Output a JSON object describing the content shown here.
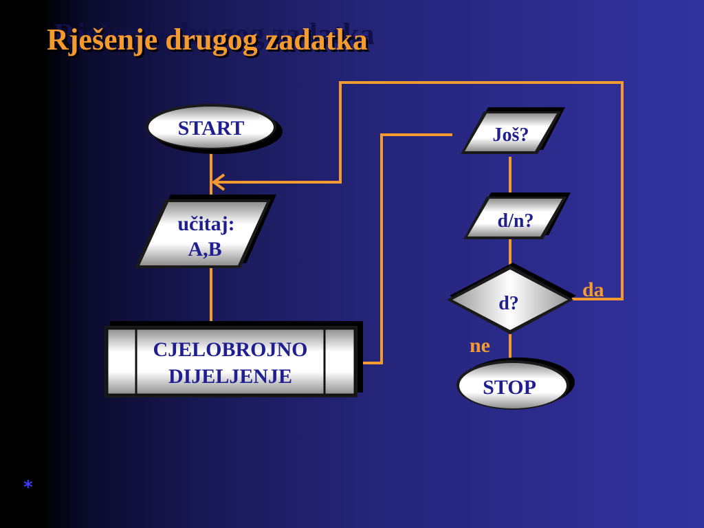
{
  "slide": {
    "title": "Rješenje drugog zadatka",
    "footer_mark": "*"
  },
  "colors": {
    "accent": "#f59a2e",
    "node_text": "#1f1f8f",
    "background": "#2b2b8c"
  },
  "diagram": {
    "start": "START",
    "input_line1": "učitaj:",
    "input_line2": "A,B",
    "process_line1": "CJELOBROJNO",
    "process_line2": "DIJELJENJE",
    "ask": "Još?",
    "input_dn": "d/n?",
    "decision": "d?",
    "yes_label": "da",
    "no_label": "ne",
    "stop": "STOP"
  }
}
